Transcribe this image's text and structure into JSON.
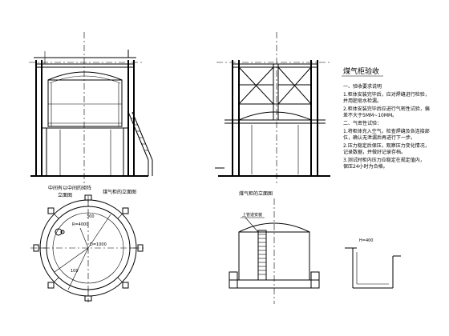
{
  "title_cn": "煤气柜验收",
  "labels": {
    "caption_left_1": "中间有以中间的矩阵",
    "caption_left_2": "立面图",
    "caption_mid_left": "煤气柜的立面图",
    "caption_mid_right": "煤气柜的立面图",
    "dim_diameter": "D=1000",
    "dim_radius": "R=4000",
    "dim_small": "300",
    "dim_side": "100",
    "section_tag": "上管道安装",
    "detail_dim": "H=400"
  },
  "notes": [
    "一、验收要求说明",
    "1.柜体安装完毕后，应对焊缝进行检验，",
    "  并用肥皂水检漏。",
    "2.柜体安装完毕后应进行气密性试验，偏",
    "  差不大于5MM~10MM。",
    "二、气密性试验：",
    "1.将柜体充入空气，检查焊缝及各连接部",
    "  位，确认无泄漏后再进行下一步。",
    "2.压力稳定后保压，观察压力变化情况，",
    "  记录数据，并做好记录存档。",
    "3.测试时柜内压力应稳定在规定值内，",
    "  保压24小时为合格。"
  ]
}
